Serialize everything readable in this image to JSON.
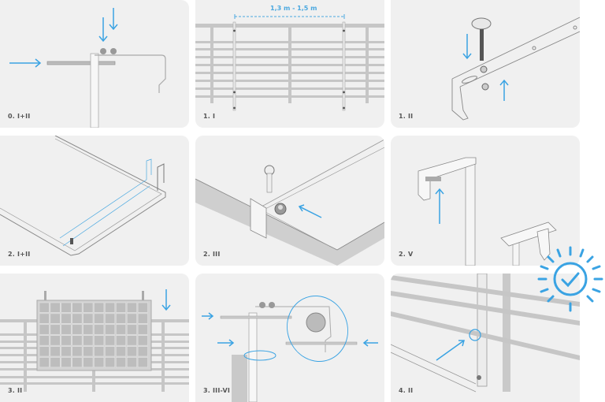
{
  "colors": {
    "accent": "#3aa3e3",
    "panel_bg": "#f0f0f0",
    "page_bg": "#ffffff",
    "line": "#9a9a9a",
    "rail": "#c4c4c4",
    "label": "#555555"
  },
  "steps": [
    {
      "id": "0",
      "label": "0. I+II",
      "illustration": "bracket-hook-bolt-side-view"
    },
    {
      "id": "1a",
      "label": "1. I",
      "illustration": "railing-bracket-spacing",
      "dimension": "1,3 m - 1,5 m"
    },
    {
      "id": "1b",
      "label": "1. II",
      "illustration": "bolt-into-bracket-slot"
    },
    {
      "id": "2a",
      "label": "2. I+II",
      "illustration": "brackets-on-panel-frame"
    },
    {
      "id": "2b",
      "label": "2. III",
      "illustration": "spacer-nut-on-frame-corner"
    },
    {
      "id": "2c",
      "label": "2. V",
      "illustration": "hook-bracket-lift-up"
    },
    {
      "id": "3a",
      "label": "3. II",
      "illustration": "solar-panel-hung-on-railing"
    },
    {
      "id": "3b",
      "label": "3. III-VI",
      "illustration": "safety-cable-loop"
    },
    {
      "id": "4",
      "label": "4. II",
      "illustration": "final-check-railing-connection"
    }
  ],
  "badge": {
    "icon": "check-sun-icon",
    "meaning": "completed"
  }
}
